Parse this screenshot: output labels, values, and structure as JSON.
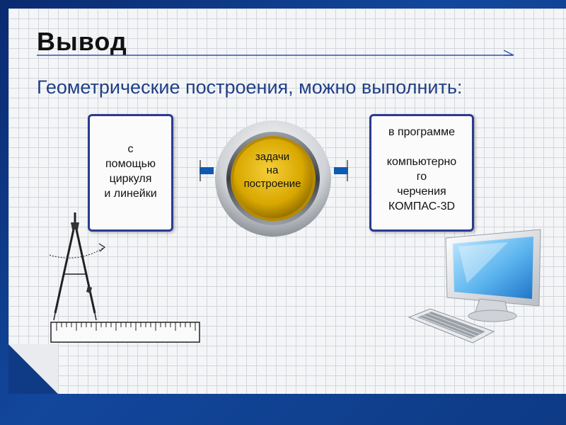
{
  "slide": {
    "title": "Вывод",
    "subtitle": "Геометрические построения, можно выполнить:",
    "left_box": [
      "с",
      "помощью",
      "циркуля",
      "и линейки"
    ],
    "center": [
      "задачи",
      "на",
      "построение"
    ],
    "right_box": [
      "в программе",
      "",
      "компьютерно",
      "го",
      "черчения",
      "КОМПАС-3D"
    ]
  },
  "illustrations": {
    "left": "compass-and-ruler-drawing",
    "right": "computer-monitor-keyboard-drawing"
  },
  "colors": {
    "frame_blue": "#12479c",
    "box_border": "#2a3b8f",
    "title_text": "#111111",
    "subtitle_text": "#1f3f86",
    "center_gold": "#e3b400",
    "connector_blue": "#0e5ab3"
  }
}
